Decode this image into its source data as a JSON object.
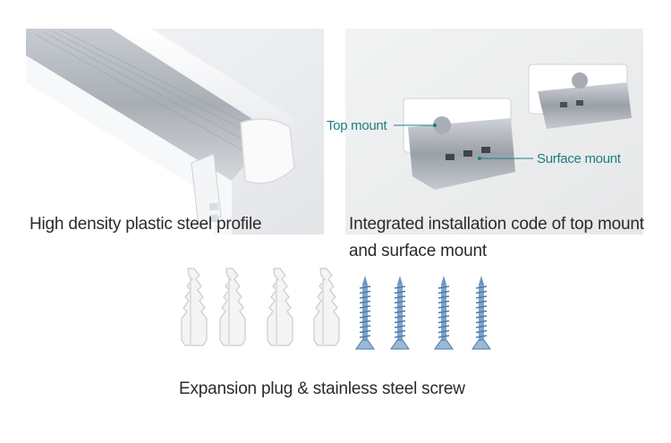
{
  "left_panel": {
    "caption": "High density plastic steel profile"
  },
  "right_panel": {
    "caption": "Integrated installation code of top mount and surface mount",
    "callouts": {
      "top": "Top mount",
      "surface": "Surface mount"
    }
  },
  "bottom": {
    "caption": "Expansion plug & stainless steel screw",
    "plug_count": 4,
    "screw_count": 4
  },
  "colors": {
    "callout_text": "#1e7d84",
    "caption_text": "#2b2b2b"
  }
}
